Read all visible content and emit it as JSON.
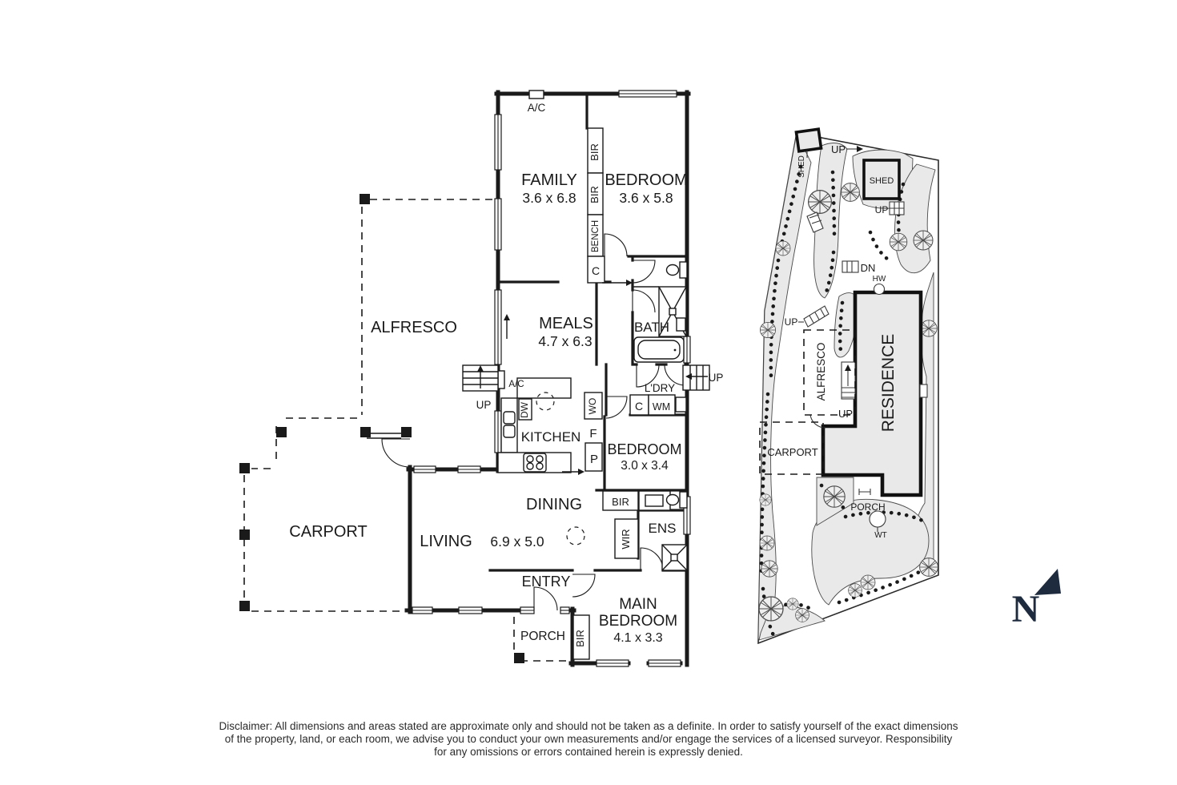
{
  "floorplan": {
    "rooms": {
      "family": {
        "name": "FAMILY",
        "dims": "3.6 x 6.8"
      },
      "bedroom2": {
        "name": "BEDROOM",
        "dims": "3.6 x 5.8"
      },
      "alfresco": {
        "name": "ALFRESCO"
      },
      "meals": {
        "name": "MEALS",
        "dims": "4.7 x 6.3"
      },
      "bath": {
        "name": "BATH"
      },
      "laundry": {
        "name": "L'DRY"
      },
      "kitchen": {
        "name": "KITCHEN"
      },
      "bedroom3": {
        "name": "BEDROOM",
        "dims": "3.0 x 3.4"
      },
      "carport": {
        "name": "CARPORT"
      },
      "living": {
        "name": "LIVING"
      },
      "dining": {
        "name": "DINING",
        "dims": "6.9 x 5.0"
      },
      "entry": {
        "name": "ENTRY"
      },
      "porch": {
        "name": "PORCH"
      },
      "main_bedroom": {
        "name_line1": "MAIN",
        "name_line2": "BEDROOM",
        "dims": "4.1 x 3.3"
      },
      "ensuite": {
        "name": "ENS"
      },
      "wir": {
        "name": "WIR"
      }
    },
    "labels": {
      "ac": "A/C",
      "bir": "BIR",
      "bench": "BENCH",
      "cupboard": "C",
      "wm": "WM",
      "dw": "DW",
      "wo": "WO",
      "fridge": "F",
      "pantry": "P",
      "up": "UP"
    }
  },
  "siteplan": {
    "residence": "RESIDENCE",
    "alfresco": "ALFRESCO",
    "carport": "CARPORT",
    "porch": "PORCH",
    "shed": "SHED",
    "labels": {
      "up": "UP",
      "dn": "DN",
      "hw": "HW",
      "wt": "WT"
    }
  },
  "north_arrow": {
    "letter": "N",
    "color": "#1e2b3f"
  },
  "disclaimer": {
    "line1": "Disclaimer: All dimensions and areas stated are approximate only and should not be taken as a definite. In order to satisfy yourself of the exact dimensions",
    "line2": "of the property, land, or each room, we advise you to conduct your own measurements and/or engage the services of a licensed surveyor. Responsibility",
    "line3": "for any omissions or errors contained herein is expressly denied."
  },
  "colors": {
    "wall": "#1a1a1a",
    "site_fill": "#e9e9e9",
    "paper": "#ffffff"
  }
}
